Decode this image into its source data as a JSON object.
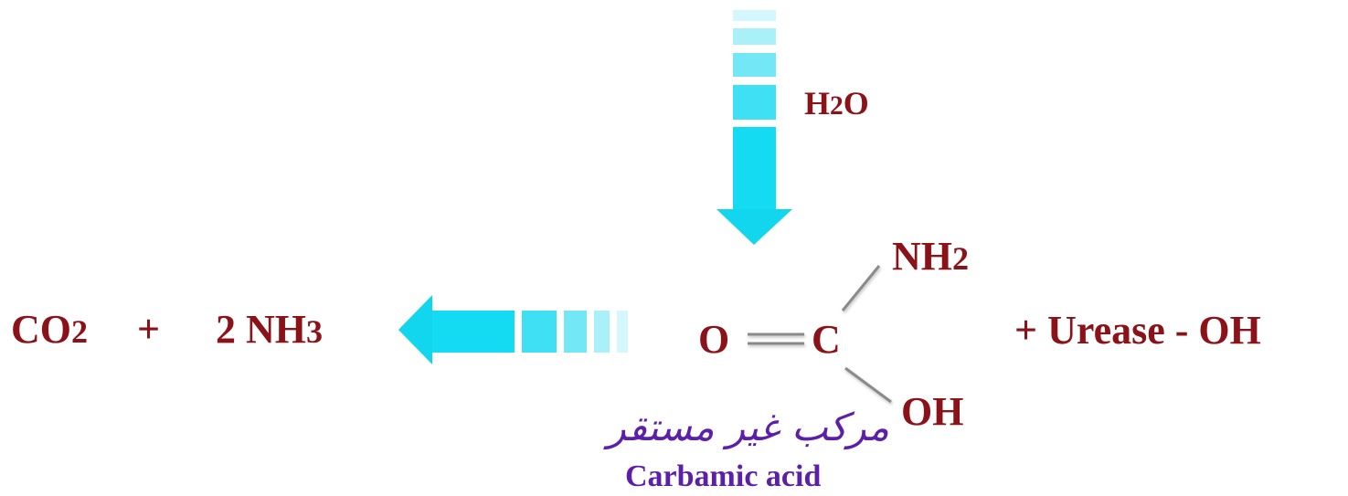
{
  "colors": {
    "text_primary": "#8b1218",
    "text_purple": "#5b1fa8",
    "arrow_cyan": "#12dcf2",
    "bond": "#8a8a8a"
  },
  "reagent": {
    "main": "H",
    "sub": "2",
    "tail": "O"
  },
  "products": {
    "co2_main": "CO",
    "co2_sub": "2",
    "plus": "+",
    "nh3_coeff": "2 NH",
    "nh3_sub": "3"
  },
  "molecule": {
    "o_atom": "O",
    "c_atom": "C",
    "nh2_main": "NH",
    "nh2_sub": "2",
    "oh_group": "OH"
  },
  "enzyme": {
    "text": "+ Urease - OH"
  },
  "annotation": {
    "arabic": "مركب غير مستقر",
    "english": "Carbamic acid"
  },
  "icons": {
    "down_arrow": "gradient-down-arrow",
    "left_arrow": "gradient-left-arrow"
  }
}
